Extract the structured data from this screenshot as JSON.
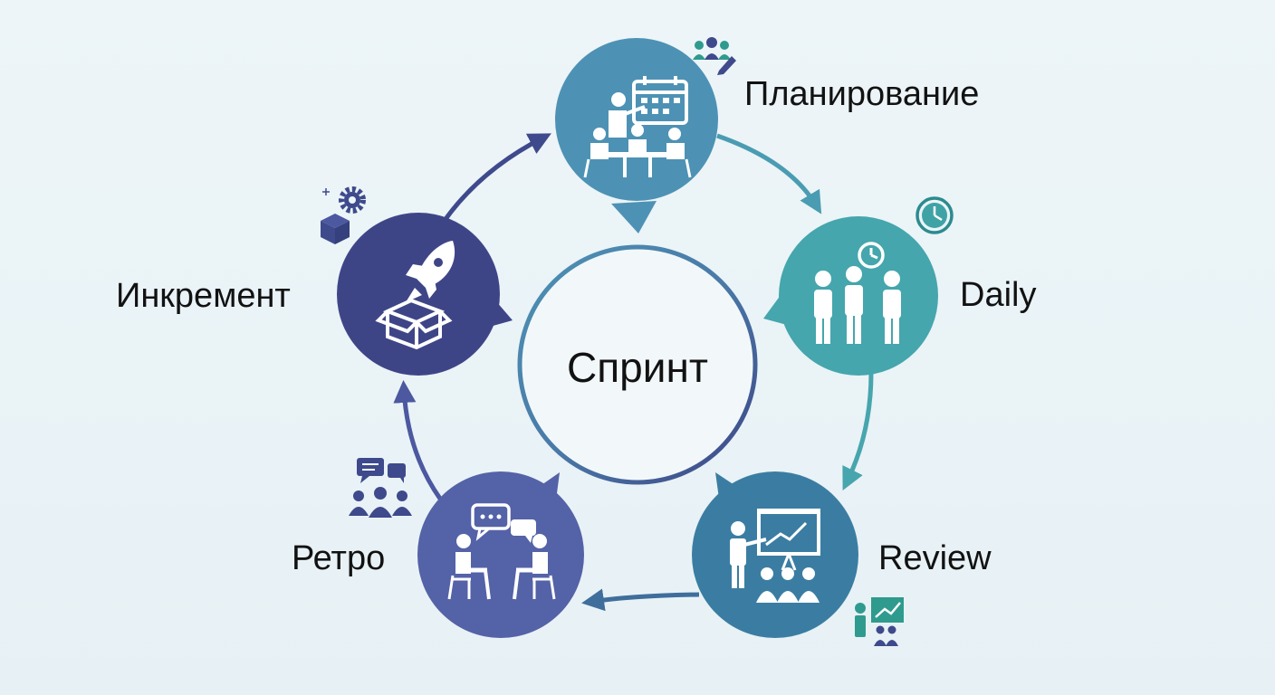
{
  "center": {
    "label": "Спринт"
  },
  "stages": [
    {
      "id": "planning",
      "label": "Планирование",
      "color": "#4d92b4",
      "icon": "team-meeting-calendar-icon",
      "badge_icon": "team-edit-icon"
    },
    {
      "id": "daily",
      "label": "Daily",
      "color": "#45a6ad",
      "icon": "standup-clock-icon",
      "badge_icon": "clock-icon"
    },
    {
      "id": "review",
      "label": "Review",
      "color": "#3b7da2",
      "icon": "presentation-audience-icon",
      "badge_icon": "chart-presentation-icon"
    },
    {
      "id": "retro",
      "label": "Ретро",
      "color": "#5462a7",
      "icon": "conversation-icon",
      "badge_icon": "chat-group-icon"
    },
    {
      "id": "increment",
      "label": "Инкремент",
      "color": "#3e4587",
      "icon": "rocket-box-icon",
      "badge_icon": "box-gear-icon"
    }
  ],
  "colors": {
    "ring_start": "#4d92b4",
    "ring_end": "#3e4587",
    "arrow_dark": "#3e4a8c",
    "arrow_teal": "#4aa0b0",
    "ink": "#121212"
  }
}
